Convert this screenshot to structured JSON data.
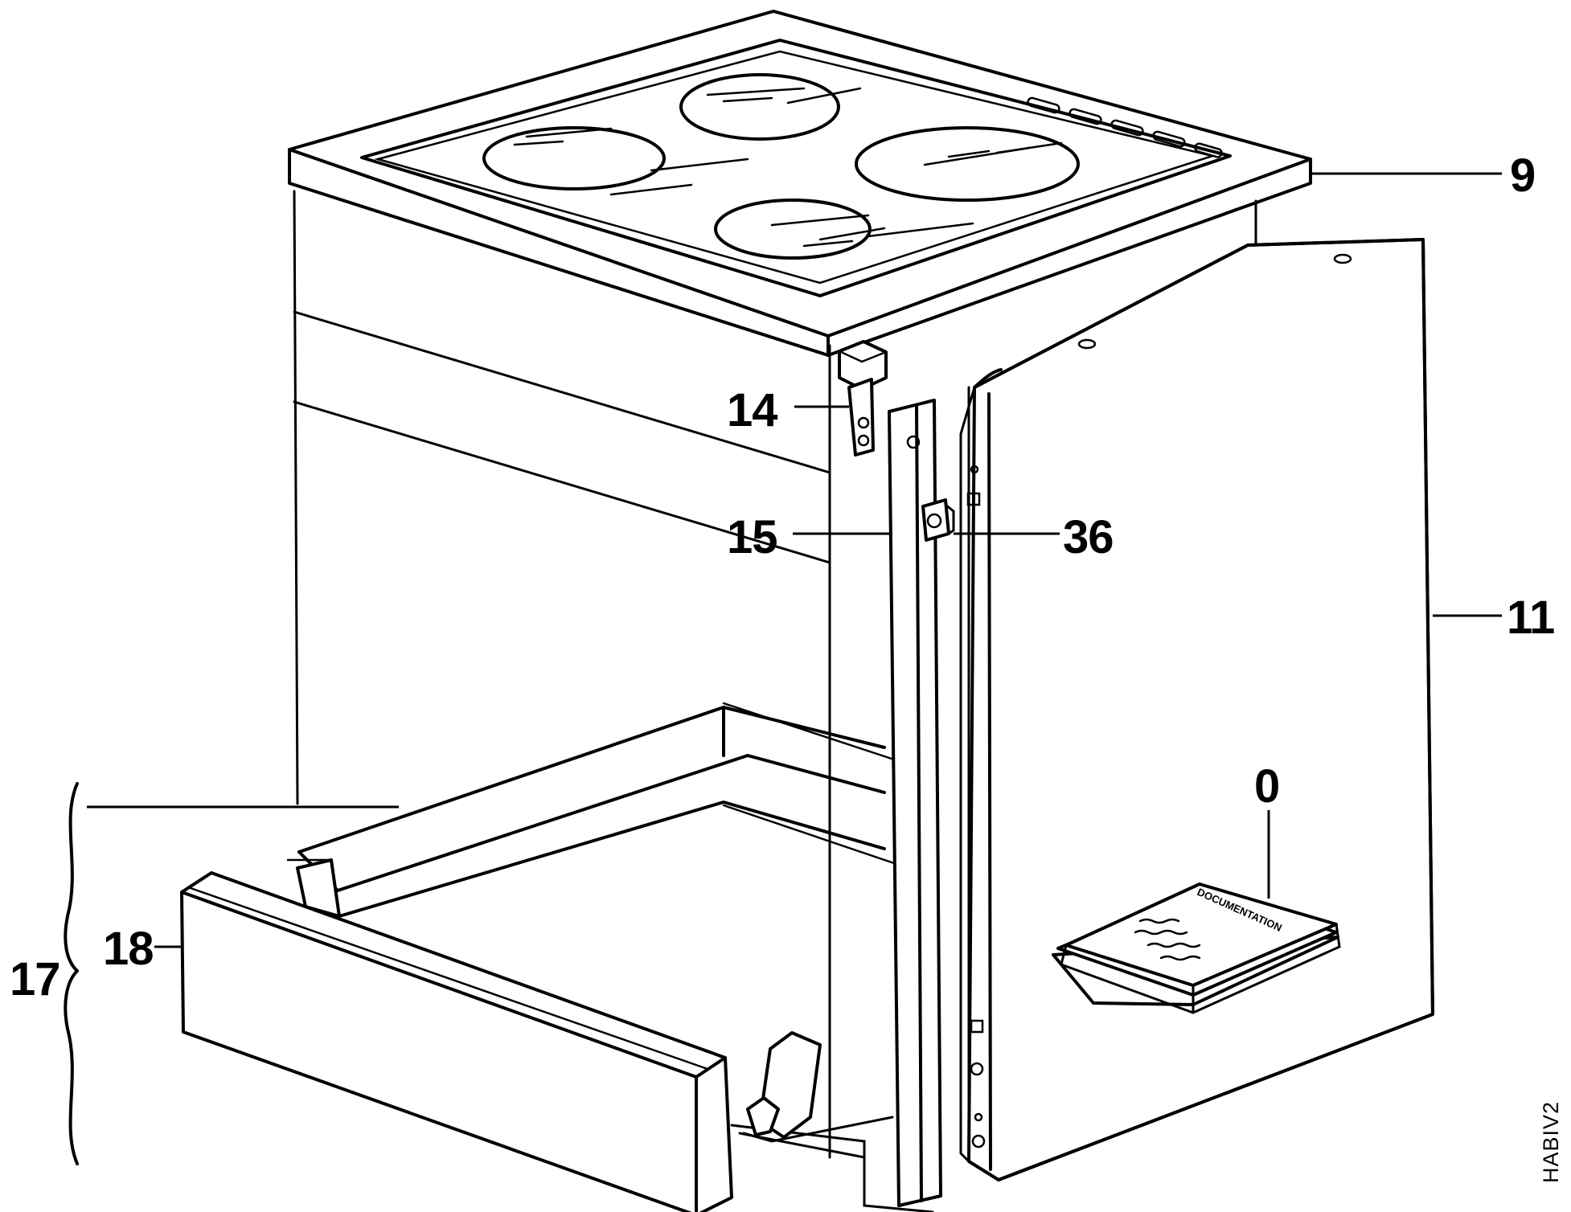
{
  "callouts": {
    "p9": "9",
    "p11": "11",
    "p14": "14",
    "p15": "15",
    "p36": "36",
    "p0": "0",
    "p17": "17",
    "p18": "18"
  },
  "booklet": {
    "title": "DOCUMENTATION"
  },
  "drawing_code": "HABIV2",
  "colors": {
    "line": "#000000",
    "background": "#ffffff"
  }
}
